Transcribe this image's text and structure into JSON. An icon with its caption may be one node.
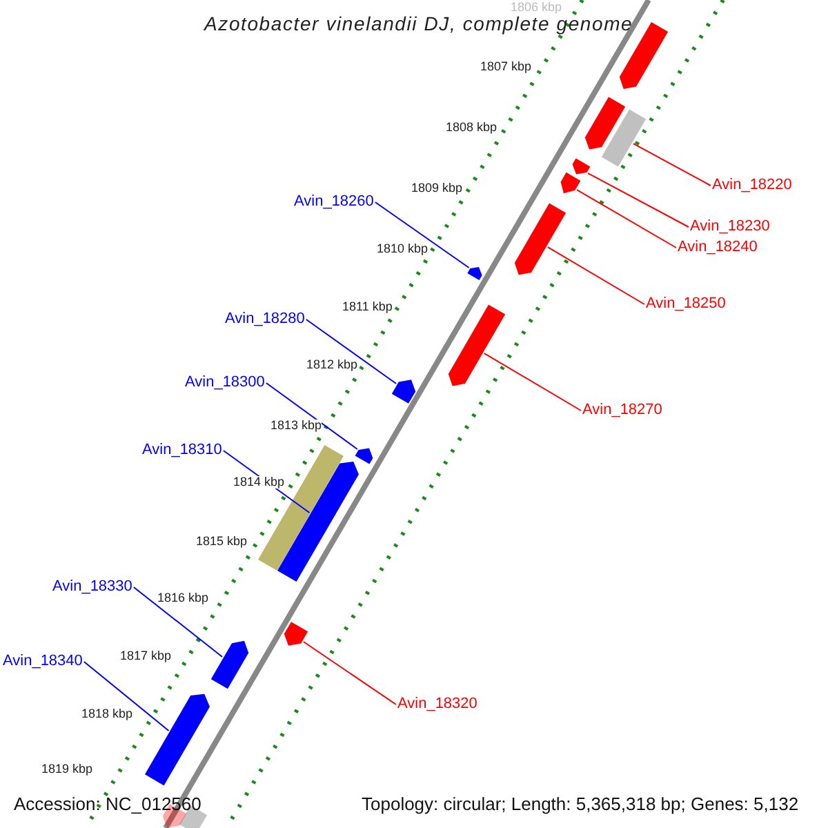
{
  "diagram": {
    "title": "Azotobacter vinelandii DJ, complete genome",
    "nodes": [
      {
        "text": [
          "Avin_18220"
        ]
      },
      {
        "text": [
          "Avin_18260"
        ]
      },
      {
        "text": [
          "Avin_18230"
        ]
      },
      {
        "text": [
          "Avin_18240"
        ]
      },
      {
        "text": [
          "Avin_18250"
        ]
      },
      {
        "text": [
          "Avin_18280"
        ]
      },
      {
        "text": [
          "Avin_18300"
        ]
      },
      {
        "text": [
          "Avin_18270"
        ]
      },
      {
        "text": [
          "Avin_18310"
        ]
      },
      {
        "text": [
          "Avin_18330"
        ]
      },
      {
        "text": [
          "Avin_18340"
        ]
      },
      {
        "text": [
          "Avin_18320"
        ]
      },
      {
        "text": [],
        "shape": "bar"
      },
      {
        "text": [],
        "shape": "bar"
      },
      {
        "text": [],
        "shape": "bar"
      },
      {
        "text": [],
        "shape": "bar"
      },
      {
        "text": [],
        "shape": "bar"
      },
      {
        "text": [],
        "shape": "bar"
      },
      {
        "text": [],
        "shape": "bar"
      },
      {
        "text": [],
        "shape": "bar"
      },
      {
        "text": [],
        "shape": "bar"
      },
      {
        "text": [],
        "shape": "bar"
      },
      {
        "text": [],
        "shape": "bar"
      },
      {
        "text": [],
        "shape": "bar"
      },
      {
        "text": [],
        "shape": "bar"
      },
      {
        "text": [],
        "shape": "bar"
      },
      {
        "text": [],
        "shape": "bar"
      },
      {
        "text": [],
        "shape": "bar"
      },
      {
        "text": [],
        "shape": "bar"
      }
    ],
    "edges": [
      {
        "from": 0,
        "to": 14,
        "arrow": "none"
      },
      {
        "from": 1,
        "to": 18,
        "arrow": "none",
        "color": "#0000ff"
      },
      {
        "from": 2,
        "to": 15,
        "arrow": "none"
      },
      {
        "from": 3,
        "to": 16,
        "arrow": "none"
      },
      {
        "from": 4,
        "to": 17,
        "arrow": "none"
      },
      {
        "from": 5,
        "to": 20,
        "arrow": "none",
        "color": "#0000ff"
      },
      {
        "from": 6,
        "to": 21,
        "arrow": "none",
        "color": "#0000ff"
      },
      {
        "from": 7,
        "to": 19,
        "arrow": "none"
      },
      {
        "from": 8,
        "to": 23,
        "arrow": "none",
        "color": "#0000ff"
      },
      {
        "from": 9,
        "to": 25,
        "arrow": "none",
        "color": "#0000ff"
      },
      {
        "from": 10,
        "to": 26,
        "arrow": "none",
        "color": "#0000ff"
      },
      {
        "from": 11,
        "to": 24,
        "arrow": "none"
      }
    ],
    "labels": [
      "1806 kbp",
      "1807 kbp",
      "1808 kbp",
      "1809 kbp",
      "1810 kbp",
      "1811 kbp",
      "1812 kbp",
      "1813 kbp",
      "1814 kbp",
      "1815 kbp",
      "1816 kbp",
      "1817 kbp",
      "1818 kbp",
      "1819 kbp",
      "Accession: NC_012560",
      "Topology: circular; Length: 5,365,318 bp; Genes: 5,132"
    ]
  }
}
